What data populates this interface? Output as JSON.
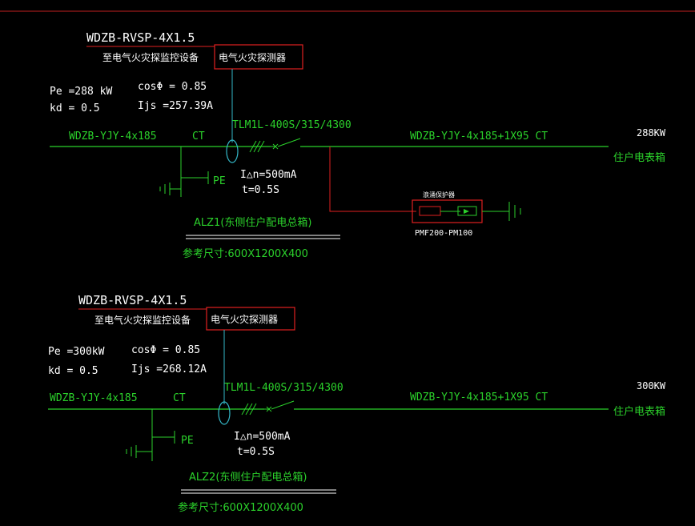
{
  "colors": {
    "background": "#000000",
    "white": "#ffffff",
    "green": "#2bd12b",
    "red": "#e02020",
    "cyan": "#34b8c8"
  },
  "panels": [
    {
      "signal_cable": "WDZB-RVSP-4X1.5",
      "monitor_label": "至电气火灾探监控设备",
      "detector_label": "电气火灾探测器",
      "pe": "Pe =288 kW",
      "kd": "kd = 0.5",
      "cos": "cosΦ = 0.85",
      "ijs": "Ijs =257.39A",
      "incoming_cable": "WDZB-YJY-4x185",
      "ct_left": "CT",
      "breaker": "TLM1L-400S/315/4300",
      "outgoing_cable": "WDZB-YJY-4x185+1X95 CT",
      "load_kw": "288KW",
      "load_name": "住户电表箱",
      "ground_label": "PE",
      "residual_current": "I△n=500mA",
      "trip_time": "t=0.5S",
      "panel_name": "ALZ1(东侧住户配电总箱)",
      "panel_size": "参考尺寸:600X1200X400",
      "surge_label": "浪涌保护器",
      "surge_model": "PMF200-PM100"
    },
    {
      "signal_cable": "WDZB-RVSP-4X1.5",
      "monitor_label": "至电气火灾探监控设备",
      "detector_label": "电气火灾探测器",
      "pe": "Pe =300kW",
      "kd": "kd = 0.5",
      "cos": "cosΦ = 0.85",
      "ijs": "Ijs =268.12A",
      "incoming_cable": "WDZB-YJY-4x185",
      "ct_left": "CT",
      "breaker": "TLM1L-400S/315/4300",
      "outgoing_cable": "WDZB-YJY-4x185+1X95 CT",
      "load_kw": "300KW",
      "load_name": "住户电表箱",
      "ground_label": "PE",
      "residual_current": "I△n=500mA",
      "trip_time": "t=0.5S",
      "panel_name": "ALZ2(东侧住户配电总箱)",
      "panel_size": "参考尺寸:600X1200X400"
    }
  ]
}
